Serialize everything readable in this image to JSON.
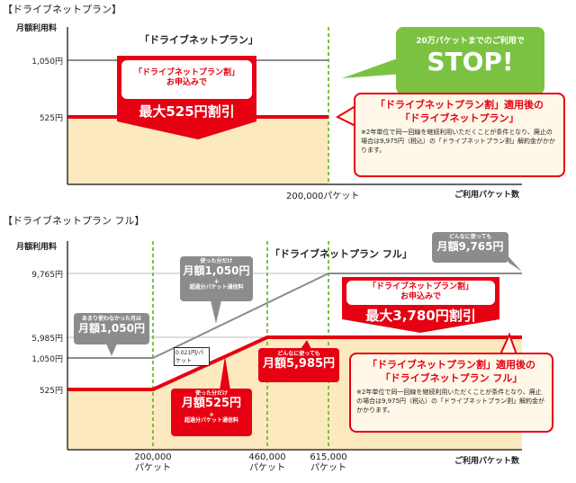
{
  "chart_data": [
    {
      "type": "line",
      "title": "【ドライブネットプラン】",
      "ylabel": "月額利用料",
      "xlabel": "ご利用パケット数",
      "plan_label": "「ドライブネットプラン」",
      "yticks": [
        {
          "value": 1050,
          "label": "1,050円"
        },
        {
          "value": 525,
          "label": "525円"
        }
      ],
      "xticks": [
        {
          "value": 200000,
          "label": "200,000パケット"
        }
      ],
      "series": [
        {
          "name": "ドライブネットプラン",
          "color": "#8c8c8c",
          "points": [
            [
              0,
              1050
            ],
            [
              200000,
              1050
            ]
          ]
        },
        {
          "name": "「ドライブネットプラン割」適用後",
          "color": "#e60012",
          "points": [
            [
              0,
              525
            ],
            [
              200000,
              525
            ]
          ]
        }
      ]
    },
    {
      "type": "line",
      "title": "【ドライブネットプラン フル】",
      "ylabel": "月額利用料",
      "xlabel": "ご利用パケット数",
      "plan_label": "「ドライブネットプラン フル」",
      "yticks": [
        {
          "value": 9765,
          "label": "9,765円"
        },
        {
          "value": 5985,
          "label": "5,985円"
        },
        {
          "value": 1050,
          "label": "1,050円"
        },
        {
          "value": 525,
          "label": "525円"
        }
      ],
      "xticks": [
        {
          "value": 200000,
          "label1": "200,000",
          "label2": "パケット"
        },
        {
          "value": 460000,
          "label1": "460,000",
          "label2": "パケット"
        },
        {
          "value": 615000,
          "label1": "615,000",
          "label2": "パケット"
        }
      ],
      "series": [
        {
          "name": "ドライブネットプラン フル",
          "color": "#8c8c8c",
          "points": [
            [
              0,
              1050
            ],
            [
              200000,
              1050
            ],
            [
              615000,
              9765
            ],
            [
              700000,
              9765
            ]
          ]
        },
        {
          "name": "「ドライブネットプラン割」適用後",
          "color": "#e60012",
          "points": [
            [
              0,
              525
            ],
            [
              200000,
              525
            ],
            [
              460000,
              5985
            ],
            [
              700000,
              5985
            ]
          ]
        }
      ]
    }
  ],
  "c1": {
    "discount_line1": "「ドライブネットプラン割」",
    "discount_line2": "お申込みで",
    "discount_big": "最大525円割引",
    "stop_line1": "20万パケットまでのご利用で",
    "stop_big": "STOP!",
    "after_h1": "「ドライブネットプラン割」適用後の",
    "after_h2": "「ドライブネットプラン」",
    "note": "※2年単位で同一回線を継続利用いただくことが条件となり、廃止の場合は9,975円（税込）の「ドライブネットプラン割」解約金がかかります。"
  },
  "c2": {
    "low_line1": "あまり使わなかった月は",
    "low_big": "月額1,050円",
    "used_line1": "使った分だけ",
    "used_big": "月額1,050円",
    "plus": "+",
    "used_line3": "超過分パケット通信料",
    "max_line1": "どんなに使っても",
    "max_big": "月額9,765円",
    "rate": "0.021円/パケット",
    "rused_line1": "使った分だけ",
    "rused_big": "月額525円",
    "rused_line3": "超過分パケット通信料",
    "rmax_line1": "どんなに使っても",
    "rmax_big": "月額5,985円",
    "discount_line1": "「ドライブネットプラン割」",
    "discount_line2": "お申込みで",
    "discount_big": "最大3,780円割引",
    "after_h1": "「ドライブネットプラン割」適用後の",
    "after_h2": "「ドライブネットプラン フル」",
    "note": "※2年単位で同一回線を継続利用いただくことが条件となり、廃止の場合は9,975円（税込）の「ドライブネットプラン割」解約金がかかります。"
  }
}
